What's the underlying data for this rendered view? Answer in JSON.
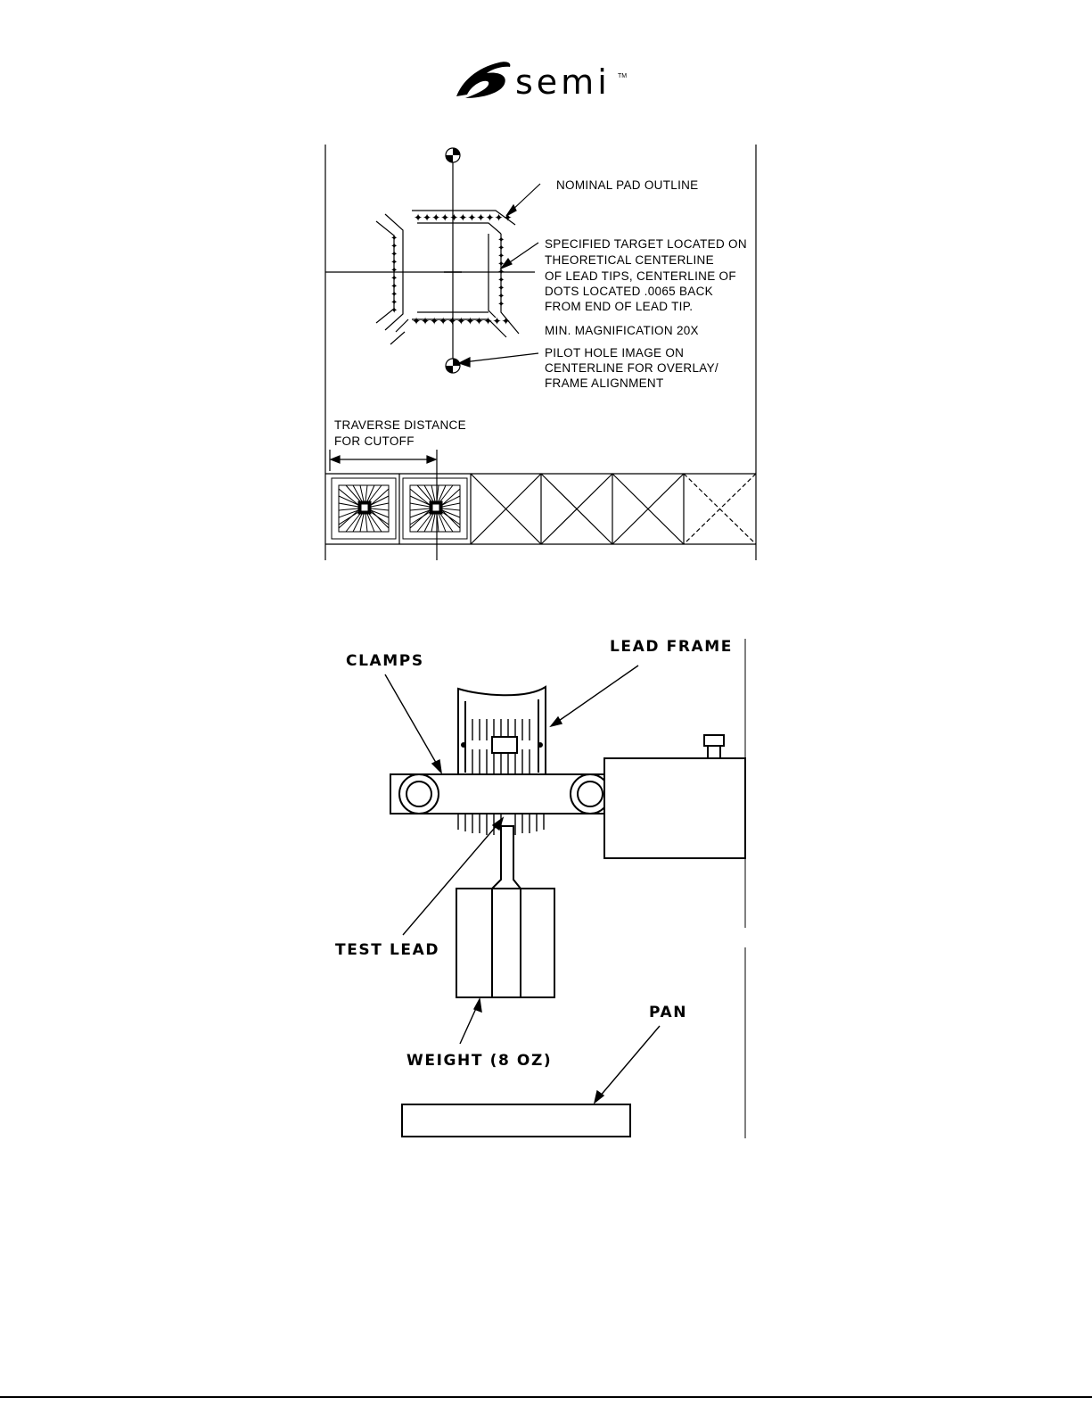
{
  "header": {
    "logo_text": "semi",
    "logo_mark": "TM"
  },
  "figure1": {
    "labels": {
      "nominal_pad_outline": "NOMINAL PAD OUTLINE",
      "target_line1": "SPECIFIED TARGET LOCATED ON",
      "target_line2": "THEORETICAL CENTERLINE",
      "target_line3": "OF LEAD TIPS, CENTERLINE OF",
      "target_line4": "DOTS LOCATED .0065 BACK",
      "target_line5": "FROM END OF LEAD TIP.",
      "magnification": "MIN. MAGNIFICATION 20X",
      "pilot_line1": "PILOT HOLE IMAGE ON",
      "pilot_line2": "CENTERLINE FOR OVERLAY/",
      "pilot_line3": "FRAME ALIGNMENT",
      "traverse_line1": "TRAVERSE DISTANCE",
      "traverse_line2": "FOR CUTOFF"
    }
  },
  "figure2": {
    "labels": {
      "clamps": "CLAMPS",
      "lead_frame": "LEAD FRAME",
      "test_lead": "TEST LEAD",
      "weight": "WEIGHT (8 OZ)",
      "pan": "PAN"
    }
  }
}
